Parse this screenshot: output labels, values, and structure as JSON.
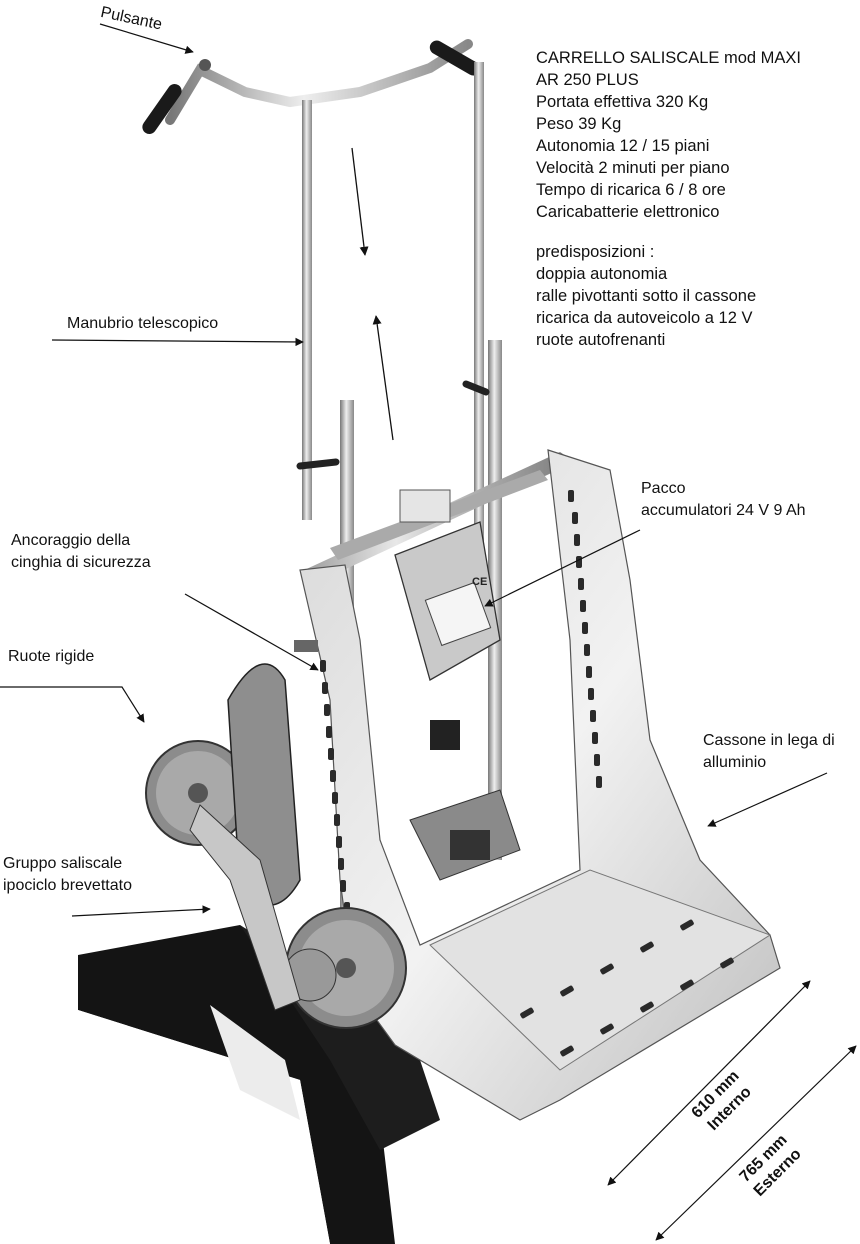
{
  "specs": {
    "title_line1": "CARRELLO SALISCALE mod MAXI",
    "title_line2": "AR 250 PLUS",
    "lines": [
      "Portata effettiva 320 Kg",
      "Peso 39 Kg",
      "Autonomia 12 / 15 piani",
      "Velocità  2 minuti per piano",
      "Tempo di ricarica 6 / 8 ore",
      "Caricabatterie elettronico"
    ]
  },
  "options": {
    "heading": "predisposizioni :",
    "items": [
      "doppia autonomia",
      "ralle pivottanti sotto il cassone",
      "ricarica da autoveicolo a 12 V",
      "ruote autofrenanti"
    ]
  },
  "labels": {
    "pulsante": "Pulsante",
    "manubrio": "Manubrio telescopico",
    "pacco_line1": "Pacco",
    "pacco_line2": "accumulatori 24 V   9 Ah",
    "ancoraggio_line1": "Ancoraggio della",
    "ancoraggio_line2": "cinghia di sicurezza",
    "ruote_rigide": "Ruote rigide",
    "cassone_line1": "Cassone in lega di",
    "cassone_line2": "alluminio",
    "gruppo_line1": "Gruppo saliscale",
    "gruppo_line2": "ipociclo brevettato"
  },
  "dimensions": {
    "inner_value": "610 mm",
    "inner_label": "Interno",
    "outer_value": "765 mm",
    "outer_label": "Esterno"
  },
  "battery_plate": {
    "mark": "CE"
  }
}
